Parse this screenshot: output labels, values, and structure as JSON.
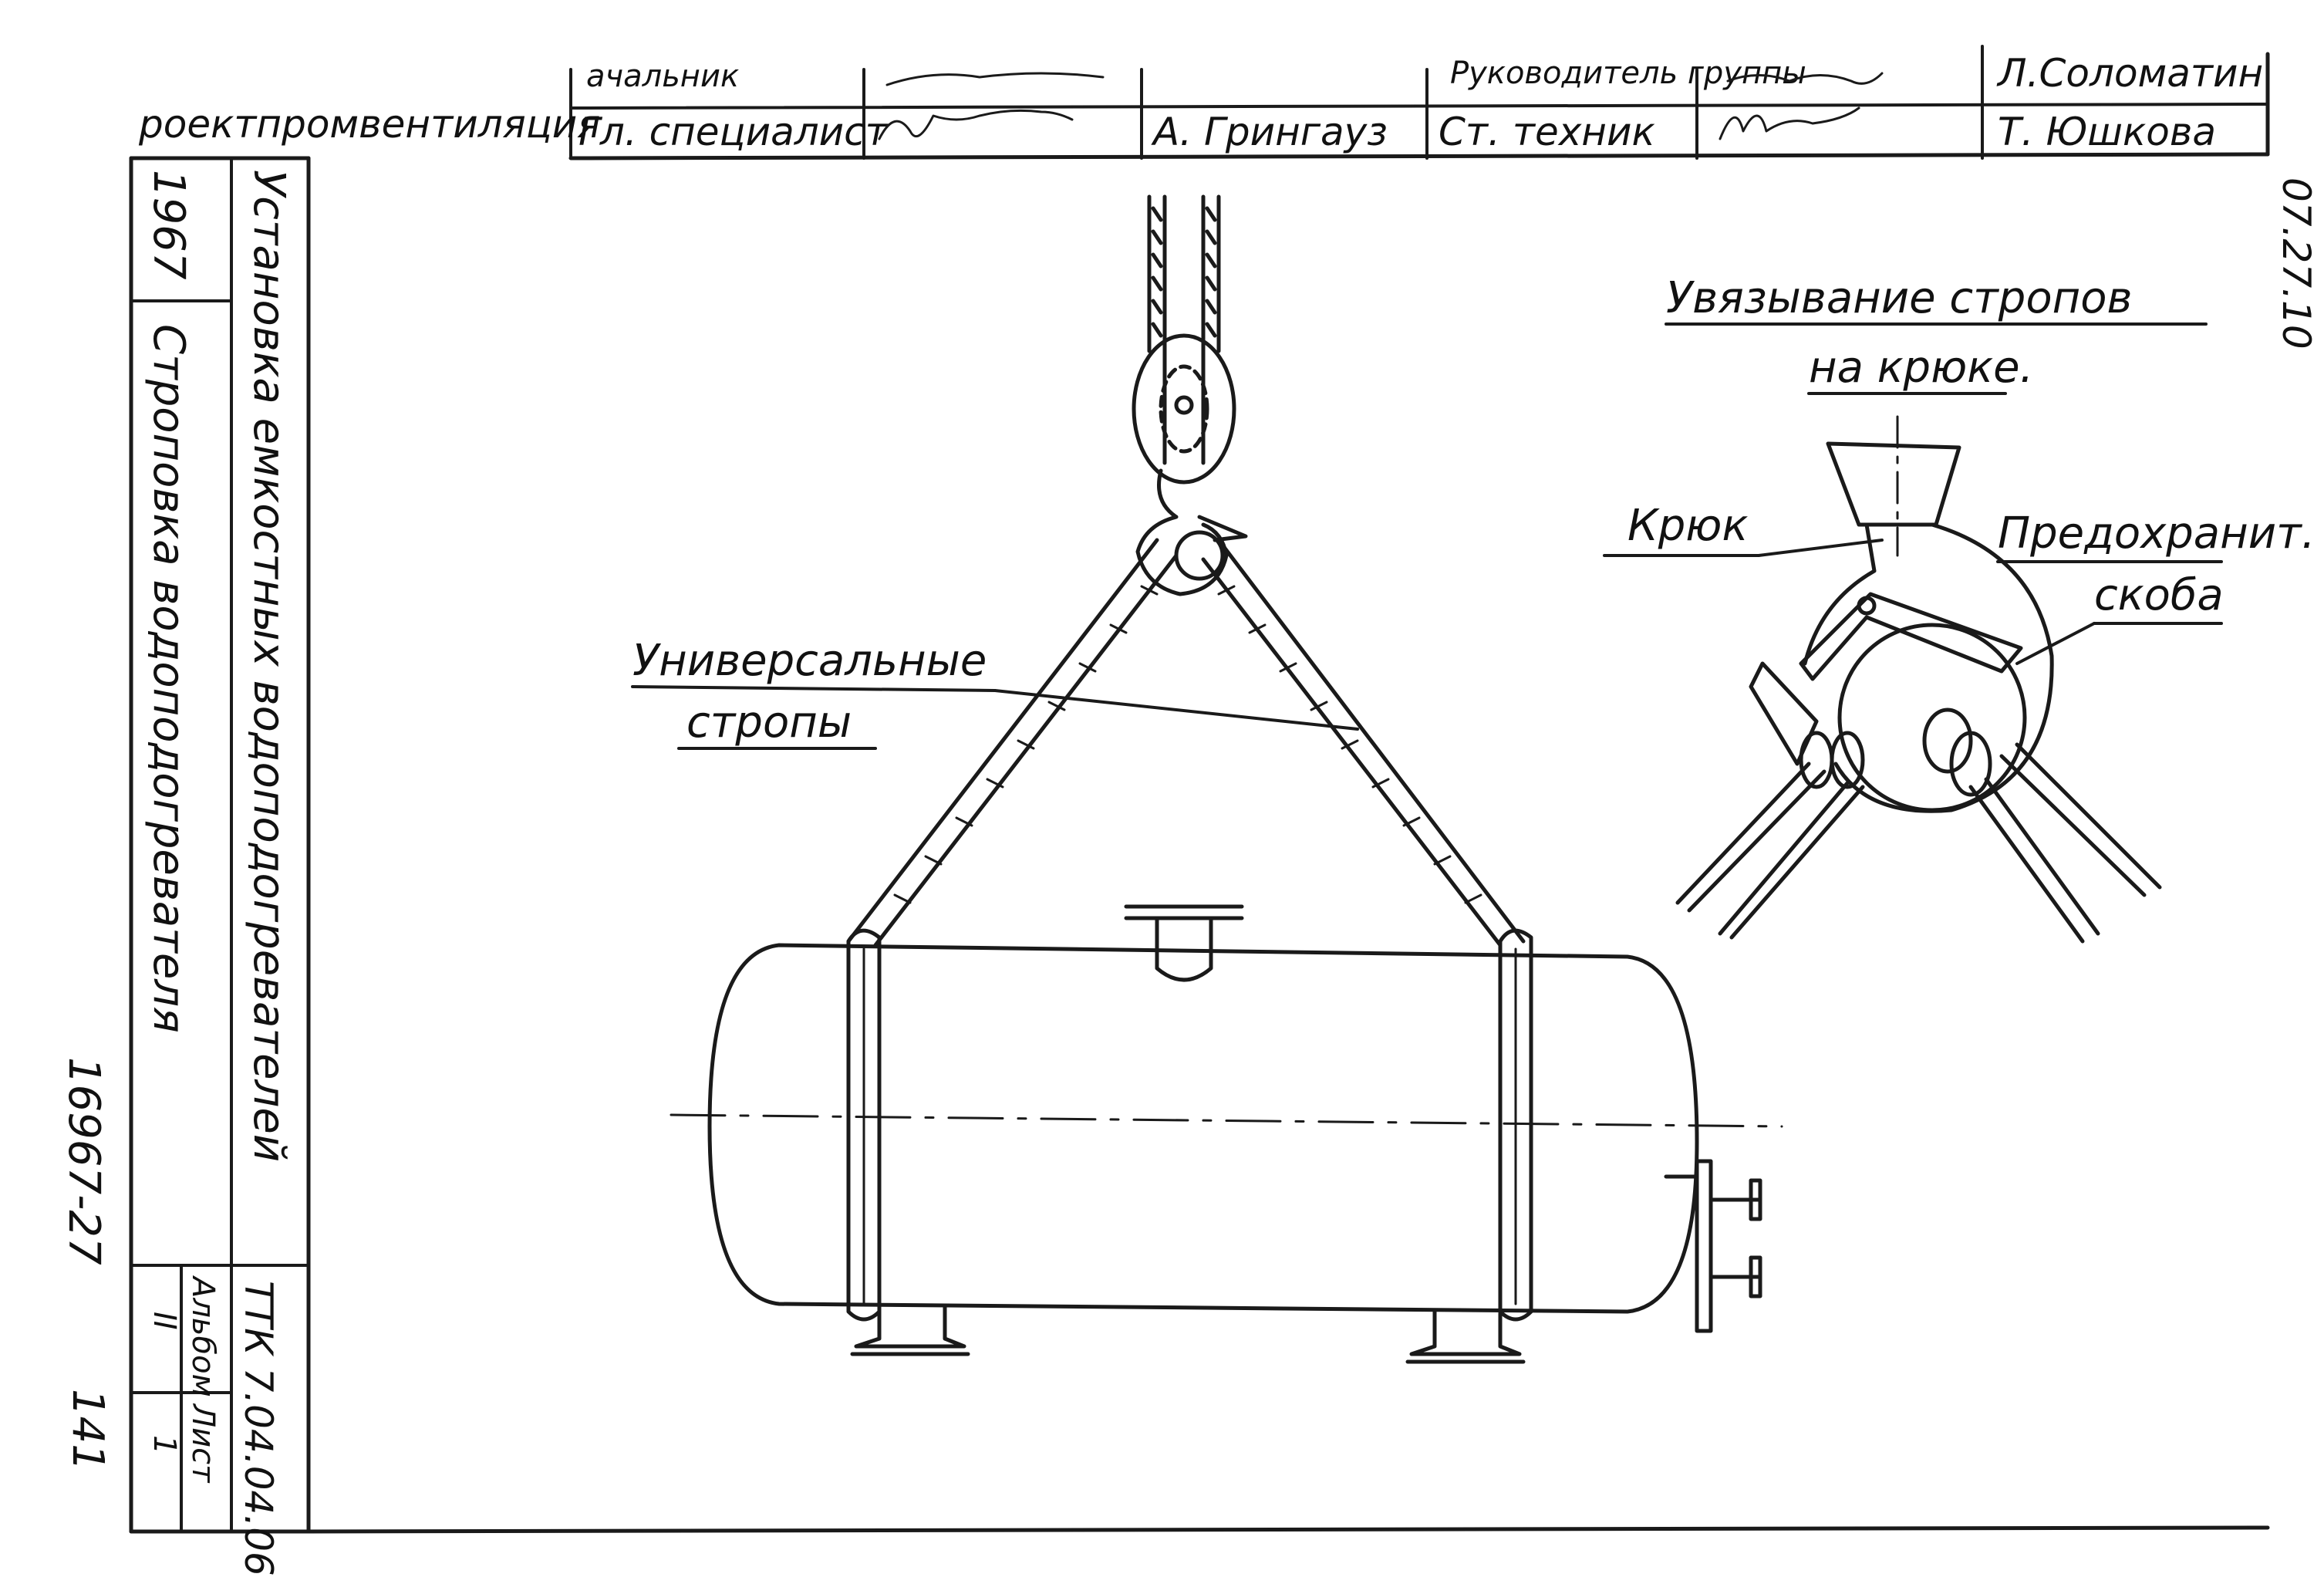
{
  "title_block": {
    "organization": "роектпромвентиляция",
    "top_row_fragments": [
      "ачальник",
      "Руководитель группы",
      "Л.Соломатин"
    ],
    "role_1": "Гл. специалист",
    "name_1": "А. Грингауз",
    "role_2": "Ст. техник",
    "name_2": "Т. Юшкова"
  },
  "side_block": {
    "year": "1967",
    "subject": "Установка емкостных водоподогревателей",
    "sheet_title": "Строповка водоподогревателя",
    "doc_code": "ТТК 7.04.04.06",
    "album_label": "Альбом",
    "album_value": "II",
    "sheet_label": "Лист",
    "sheet_value": "1"
  },
  "margin": {
    "archive_number": "16967-27",
    "page_number": "141",
    "code_right": "07.27.10"
  },
  "drawing": {
    "slings_label_line1": "Универсальные",
    "slings_label_line2": "стропы",
    "detail_title_line1": "Увязывание стропов",
    "detail_title_line2": "на крюке.",
    "hook_label": "Крюк",
    "guard_label_line1": "Предохранит.",
    "guard_label_line2": "скоба"
  }
}
